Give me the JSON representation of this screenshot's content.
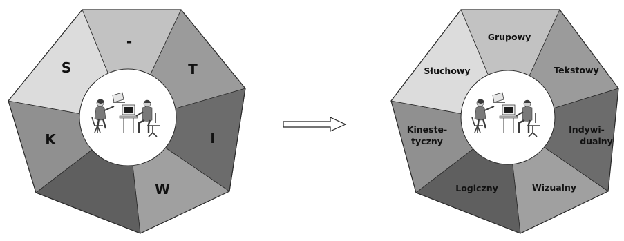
{
  "diagrams": [
    {
      "segments": [
        {
          "label": "-",
          "shade": "#c2c2c2"
        },
        {
          "label": "T",
          "shade": "#9b9b9b"
        },
        {
          "label": "I",
          "shade": "#6c6c6c"
        },
        {
          "label": "W",
          "shade": "#a0a0a0"
        },
        {
          "label": "",
          "shade": "#5f5f5f"
        },
        {
          "label": "K",
          "shade": "#909090"
        },
        {
          "label": "S",
          "shade": "#dcdcdc"
        }
      ]
    },
    {
      "segments": [
        {
          "label": "Grupowy",
          "shade": "#c2c2c2"
        },
        {
          "label": "Tekstowy",
          "shade": "#9b9b9b"
        },
        {
          "label": "Indywi-\ndualny",
          "shade": "#6c6c6c"
        },
        {
          "label": "Wizualny",
          "shade": "#a0a0a0"
        },
        {
          "label": "Logiczny",
          "shade": "#5f5f5f"
        },
        {
          "label": "Kineste-\ntyczny",
          "shade": "#909090"
        },
        {
          "label": "Słuchowy",
          "shade": "#dcdcdc"
        }
      ]
    }
  ],
  "center": {
    "icon": "office-workers-icon",
    "fill": "#ffffff"
  },
  "arrow": {
    "icon": "right-arrow-icon",
    "fill": "#ffffff",
    "stroke": "#222222"
  },
  "colors": {
    "edge": "#2a2a2a",
    "text": "#111111"
  }
}
